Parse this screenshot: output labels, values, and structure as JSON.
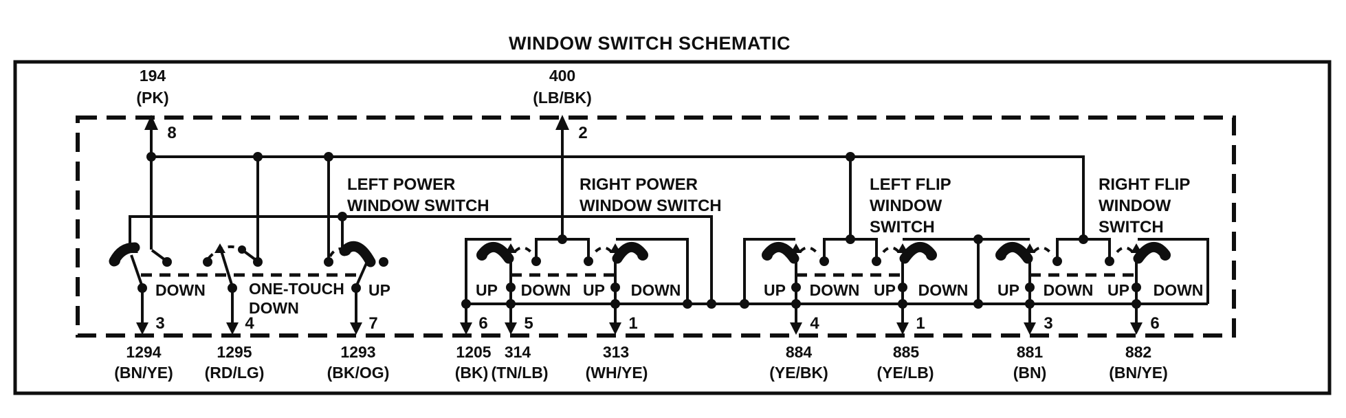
{
  "title": "WINDOW SWITCH SCHEMATIC",
  "top_pins": [
    {
      "circuit": "194",
      "color": "(PK)",
      "pin": "8"
    },
    {
      "circuit": "400",
      "color": "(LB/BK)",
      "pin": "2"
    }
  ],
  "switches": [
    {
      "id": "left-power",
      "label_lines": [
        "LEFT POWER",
        "WINDOW SWITCH"
      ],
      "positions": [
        "DOWN",
        "ONE-TOUCH",
        "DOWN",
        "UP"
      ],
      "pins": [
        {
          "pin": "3",
          "circuit": "1294",
          "color": "(BN/YE)"
        },
        {
          "pin": "4",
          "circuit": "1295",
          "color": "(RD/LG)"
        },
        {
          "pin": "7",
          "circuit": "1293",
          "color": "(BK/OG)"
        }
      ]
    },
    {
      "id": "right-power",
      "label_lines": [
        "RIGHT POWER",
        "WINDOW SWITCH"
      ],
      "positions": [
        "UP",
        "DOWN",
        "UP",
        "DOWN"
      ],
      "pins": [
        {
          "pin": "6",
          "circuit": "1205",
          "color": "(BK)"
        },
        {
          "pin": "5",
          "circuit": "314",
          "color": "(TN/LB)"
        },
        {
          "pin": "1",
          "circuit": "313",
          "color": "(WH/YE)"
        }
      ]
    },
    {
      "id": "left-flip",
      "label_lines": [
        "LEFT FLIP",
        "WINDOW",
        "SWITCH"
      ],
      "positions": [
        "UP",
        "DOWN",
        "UP",
        "DOWN"
      ],
      "pins": [
        {
          "pin": "4",
          "circuit": "884",
          "color": "(YE/BK)"
        },
        {
          "pin": "1",
          "circuit": "885",
          "color": "(YE/LB)"
        }
      ]
    },
    {
      "id": "right-flip",
      "label_lines": [
        "RIGHT FLIP",
        "WINDOW",
        "SWITCH"
      ],
      "positions": [
        "UP",
        "DOWN",
        "UP",
        "DOWN"
      ],
      "pins": [
        {
          "pin": "3",
          "circuit": "881",
          "color": "(BN)"
        },
        {
          "pin": "6",
          "circuit": "882",
          "color": "(BN/YE)"
        }
      ]
    }
  ],
  "colors": {
    "ink": "#0f0f0f",
    "paper": "#ffffff"
  }
}
